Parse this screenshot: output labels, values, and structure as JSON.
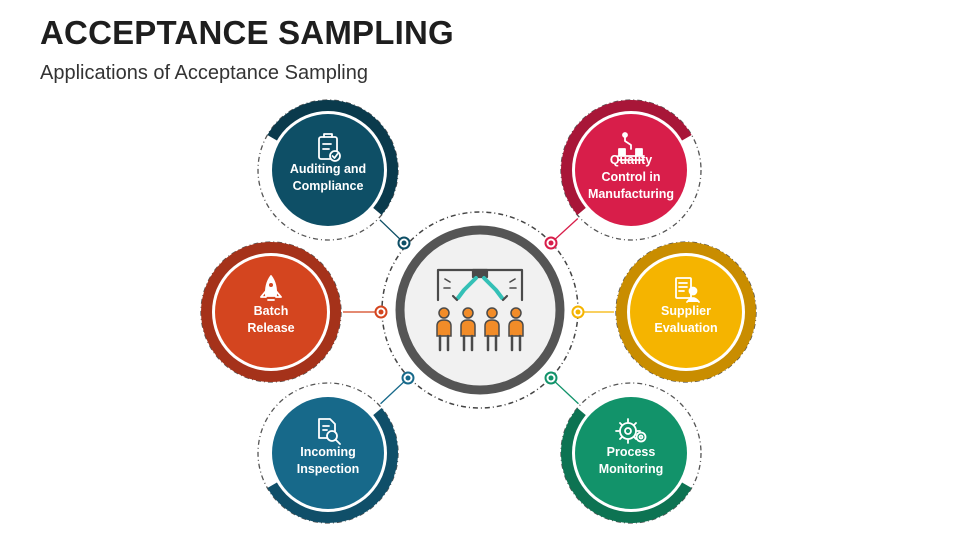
{
  "header": {
    "title": "ACCEPTANCE SAMPLING",
    "subtitle": "Applications of Acceptance Sampling"
  },
  "center": {
    "icon": "robot-arm-workers-icon",
    "ring_color": "#555555",
    "icon_color": "#f28c28"
  },
  "nodes": [
    {
      "id": "auditing",
      "lines": [
        "Auditing and",
        "Compliance"
      ],
      "icon": "clipboard-check-icon",
      "color": "#0e4f66",
      "dark": "#0a3a4c"
    },
    {
      "id": "batch",
      "lines": [
        "Batch",
        "Release"
      ],
      "icon": "rocket-icon",
      "color": "#d4451f",
      "dark": "#a5321a"
    },
    {
      "id": "incoming",
      "lines": [
        "Incoming",
        "Inspection"
      ],
      "icon": "document-search-icon",
      "color": "#17698a",
      "dark": "#104f69"
    },
    {
      "id": "quality",
      "lines": [
        "Quality",
        "Control in",
        "Manufacturing"
      ],
      "icon": "conveyor-robot-icon",
      "color": "#d81e4a",
      "dark": "#a81638"
    },
    {
      "id": "supplier",
      "lines": [
        "Supplier",
        "Evaluation"
      ],
      "icon": "supplier-document-icon",
      "color": "#f5b400",
      "dark": "#c98d00"
    },
    {
      "id": "process",
      "lines": [
        "Process",
        "Monitoring"
      ],
      "icon": "gears-icon",
      "color": "#12936a",
      "dark": "#0d7352"
    }
  ]
}
